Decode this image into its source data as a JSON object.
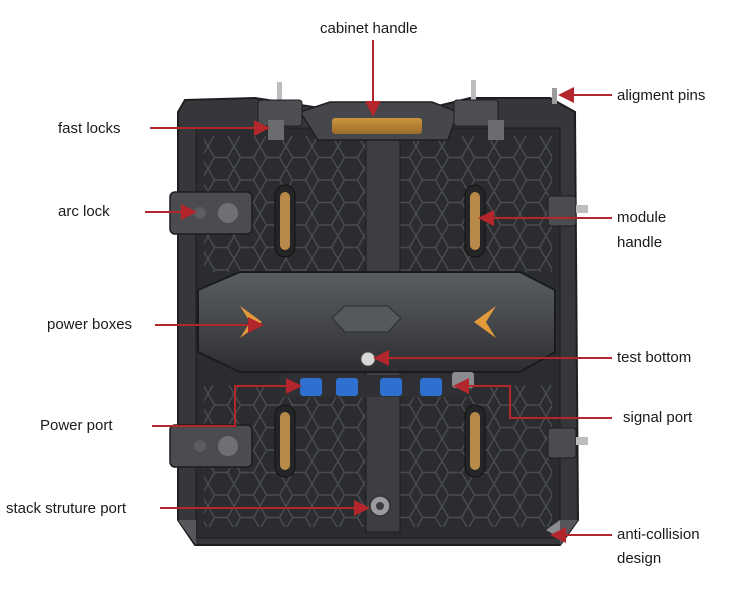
{
  "labels": {
    "cabinet_handle": "cabinet handle",
    "alignment_pins": "aligment pins",
    "fast_locks": "fast locks",
    "arc_lock": "arc lock",
    "module_handle_line1": "module",
    "module_handle_line2": "handle",
    "power_boxes": "power boxes",
    "test_button": "test bottom",
    "power_port": "Power port",
    "signal_port": "signal port",
    "stack_structure_port": "stack struture port",
    "anti_collision_line1": "anti-collision",
    "anti_collision_line2": "design"
  },
  "colors": {
    "callout": "#b3262b",
    "frame": "#3b3d40",
    "panel": "#2a2c2f",
    "accent_orange": "#e39a3a",
    "connector_blue": "#2e6fd0"
  }
}
